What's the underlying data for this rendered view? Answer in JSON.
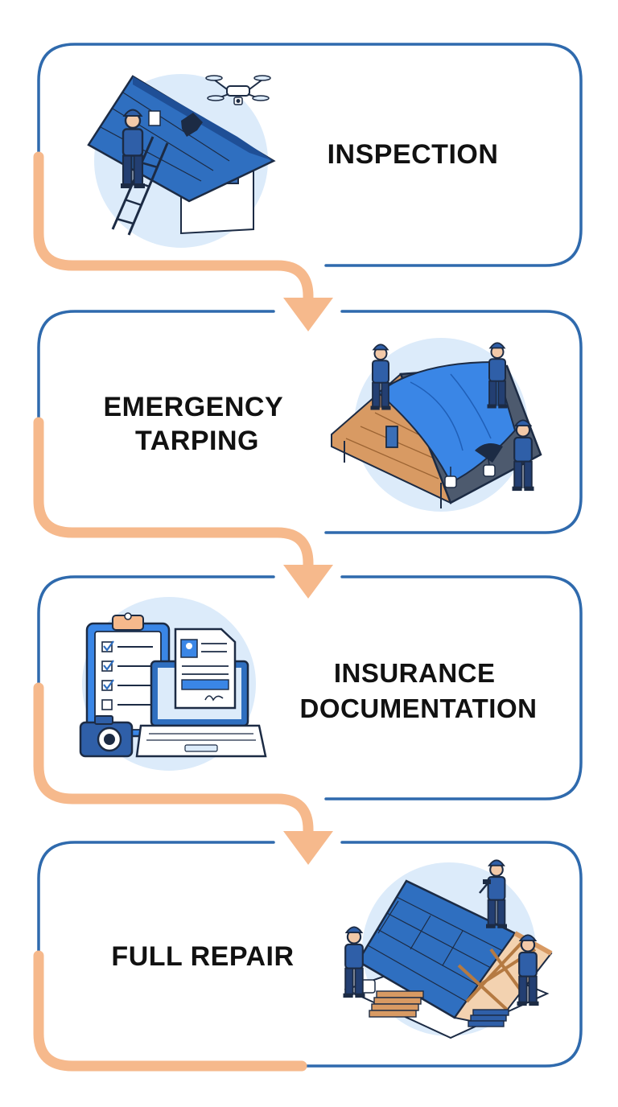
{
  "steps": [
    {
      "title_lines": [
        "INSPECTION"
      ],
      "illustration": "roof-inspection-illustration"
    },
    {
      "title_lines": [
        "EMERGENCY",
        "TARPING"
      ],
      "illustration": "roof-tarping-illustration"
    },
    {
      "title_lines": [
        "INSURANCE",
        "DOCUMENTATION"
      ],
      "illustration": "insurance-documents-illustration"
    },
    {
      "title_lines": [
        "FULL REPAIR"
      ],
      "illustration": "roof-repair-illustration"
    }
  ],
  "colors": {
    "frame": "#2f6aad",
    "connector": "#f6b98c",
    "roof_blue": "#2f6fc0",
    "tarp_blue": "#3a86e6",
    "halo": "#dcebfa",
    "wood": "#d89a63",
    "ink": "#1c2b44"
  }
}
